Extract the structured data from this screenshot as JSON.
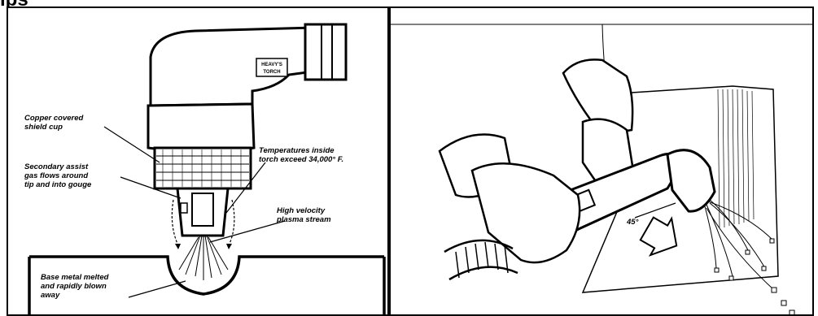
{
  "page": {
    "heading": "ips"
  },
  "left_diagram": {
    "torch_badge": [
      "HEAVY'S",
      "TORCH"
    ],
    "labels": {
      "copper_shield": [
        "Copper covered",
        "shield cup"
      ],
      "secondary_gas": [
        "Secondary assist",
        "gas flows around",
        "tip and into gouge"
      ],
      "temperature": [
        "Temperatures inside",
        "torch exceed 34,000° F."
      ],
      "plasma_stream": [
        "High velocity",
        "plasma stream"
      ],
      "base_metal": [
        "Base metal melted",
        "and rapidly blown",
        "away"
      ]
    }
  },
  "right_diagram": {
    "angle_label": "45°"
  }
}
